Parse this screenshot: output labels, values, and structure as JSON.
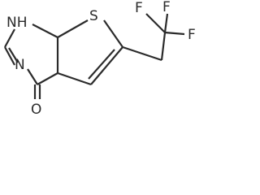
{
  "molecule": {
    "atoms": {
      "nh": "NH",
      "s": "S",
      "n": "N",
      "o": "O",
      "f1": "F",
      "f2": "F",
      "f3": "F"
    }
  }
}
